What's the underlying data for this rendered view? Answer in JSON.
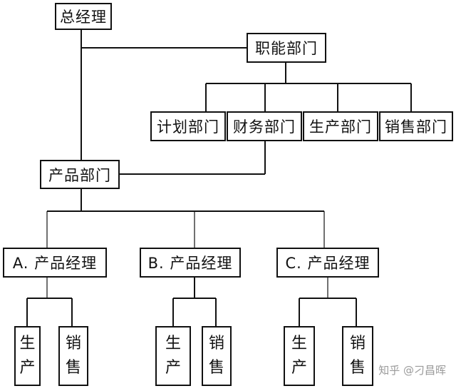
{
  "org_chart": {
    "general_manager": "总经理",
    "functional_dept": "职能部门",
    "functional_units": [
      "计划部门",
      "财务部门",
      "生产部门",
      "销售部门"
    ],
    "product_dept": "产品部门",
    "product_managers": [
      "A. 产品经理",
      "B. 产品经理",
      "C. 产品经理"
    ],
    "sub_units": {
      "production": [
        "生",
        "产"
      ],
      "sales": [
        "销",
        "售"
      ]
    }
  },
  "watermark": "知乎 @刁昌晖"
}
